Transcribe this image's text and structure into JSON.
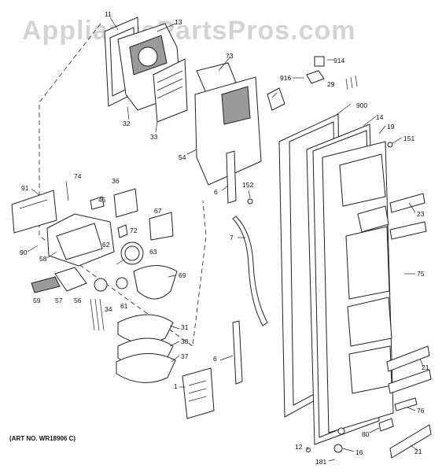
{
  "watermark": "AppliancePartsPros.com",
  "art_number": "(ART NO. WR18906 C)",
  "callouts": [
    "11",
    "13",
    "914",
    "73",
    "916",
    "29",
    "900",
    "14",
    "19",
    "151",
    "32",
    "33",
    "54",
    "74",
    "36",
    "91",
    "6",
    "152",
    "45",
    "67",
    "72",
    "62",
    "63",
    "90",
    "58",
    "69",
    "7",
    "23",
    "75",
    "59",
    "57",
    "56",
    "61",
    "34",
    "31",
    "38",
    "37",
    "21",
    "1",
    "76",
    "80",
    "12",
    "16",
    "181"
  ]
}
